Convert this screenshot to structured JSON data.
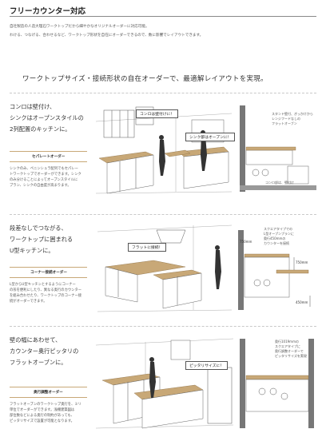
{
  "page": {
    "title": "フリーカウンター対応",
    "intro": [
      "自社製造の人造大理石ワークトップだから細やかなオリジナルオーダーに対応可能。",
      "わける、つなげる、合わせるなど、ワークトップ形状を自在にオーダーできるので、数に影響でレイアウトできます。"
    ],
    "headline": "ワークトップサイズ・接続形状の自在オーダーで、最適解レイアウトを実現。"
  },
  "sections": [
    {
      "heading": [
        "コンロは壁付け、",
        "シンクはオープンスタイルの",
        "2列配置のキッチンに。"
      ],
      "tag": "セパレートオーダー",
      "body": [
        "シンクのみ、ペニンシュラ配列でもセパレー",
        "トワークトップでオーダーができます。シンク",
        "のみ分けることによってオープンスタイルに",
        "ブラン、シンクの自由度が高まります。"
      ],
      "callouts": [
        "コンロは壁付けに！",
        "シンク部はオープンに！"
      ],
      "side_notes": [
        "スタンド壁付、ぎっかけから",
        "レンジフードなしの",
        "フラットオーブン"
      ],
      "side_caption": "コンロ部は、壁付け"
    },
    {
      "heading": [
        "段差なしでつながる、",
        "ワークトップに囲まれる",
        "U型キッチンに。"
      ],
      "tag": "コーナー接続オーダー",
      "body": [
        "L型からU型キッチンとするようにコーナー",
        "の形を便利にしたり、異なる奥行のカウンター",
        "を組み合わせたり、ワークトップのコーナー接",
        "続がオーダーできます。"
      ],
      "callouts": [
        "フラットに接続！"
      ],
      "side_notes": [
        "スクエアタイプでの",
        "L型オープンプランに",
        "奥行450mmの",
        "カウンターを接続"
      ],
      "dims": [
        "750mm",
        "750mm",
        "450mm"
      ]
    },
    {
      "heading": [
        "壁の幅にあわせて、",
        "カウンター奥行ピッタリの",
        "フラットオーブンに。"
      ],
      "tag": "奥行調整オーダー",
      "body": [
        "フラットオーブンのワークトップ奥行を、ミリ",
        "単位でオーダーができます。浅棚建築図は",
        "部位数などによる奥行の制約があっても、",
        "ピッタリサイズで設置が可能となります。"
      ],
      "callouts": [
        "ピッタリサイズに！"
      ],
      "side_notes": [
        "奥行1019mmの",
        "スクエアタイプに",
        "奥行調整オーダーで",
        "ピッタリサイズを実現"
      ]
    }
  ]
}
